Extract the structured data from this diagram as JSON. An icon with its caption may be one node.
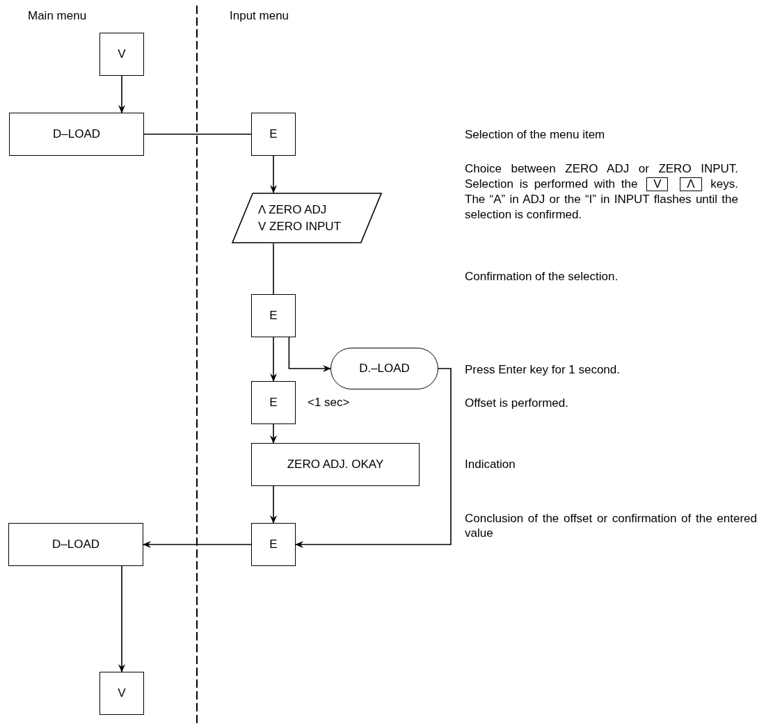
{
  "diagram": {
    "nodes": [
      {
        "text": [
          "V"
        ]
      },
      {
        "text": [
          "D–LOAD"
        ]
      },
      {
        "text": [
          "E"
        ]
      },
      {
        "text": [
          "Λ ZERO ADJ",
          "V ZERO INPUT"
        ]
      },
      {
        "text": [
          "E"
        ]
      },
      {
        "text": [
          "D.–LOAD"
        ]
      },
      {
        "text": [
          "E"
        ],
        "beside": [
          "<1 sec>"
        ]
      },
      {
        "text": [
          "ZERO ADJ. OKAY"
        ]
      },
      {
        "text": [
          "E"
        ]
      },
      {
        "text": [
          "D–LOAD"
        ]
      },
      {
        "text": [
          "V"
        ]
      }
    ],
    "edges": [
      {
        "from": 0,
        "to": 1,
        "arrow": "to"
      },
      {
        "from": 1,
        "to": 2,
        "arrow": "none"
      },
      {
        "from": 2,
        "to": 3,
        "arrow": "to"
      },
      {
        "from": 3,
        "to": 4,
        "arrow": "none"
      },
      {
        "from": 4,
        "to": 5,
        "arrow": "to"
      },
      {
        "from": 4,
        "to": 6,
        "arrow": "to"
      },
      {
        "from": 6,
        "to": 7,
        "arrow": "to"
      },
      {
        "from": 7,
        "to": 8,
        "arrow": "to"
      },
      {
        "from": 5,
        "to": 8,
        "arrow": "to"
      },
      {
        "from": 8,
        "to": 9,
        "arrow": "to"
      },
      {
        "from": 9,
        "to": 10,
        "arrow": "to"
      }
    ],
    "labels": [
      "Main menu",
      "Input menu",
      "Selection of the menu item",
      "Choice between ZERO ADJ or ZERO INPUT. Selection is performed with the",
      "V",
      "Λ",
      "keys. The “A” in ADJ or the “I” in INPUT flashes until the selection is confirmed.",
      "Confirmation of the selection.",
      "Press Enter key for 1 second.",
      "Offset is performed.",
      "Indication",
      "Conclusion of the offset or confirmation of the entered value"
    ]
  }
}
